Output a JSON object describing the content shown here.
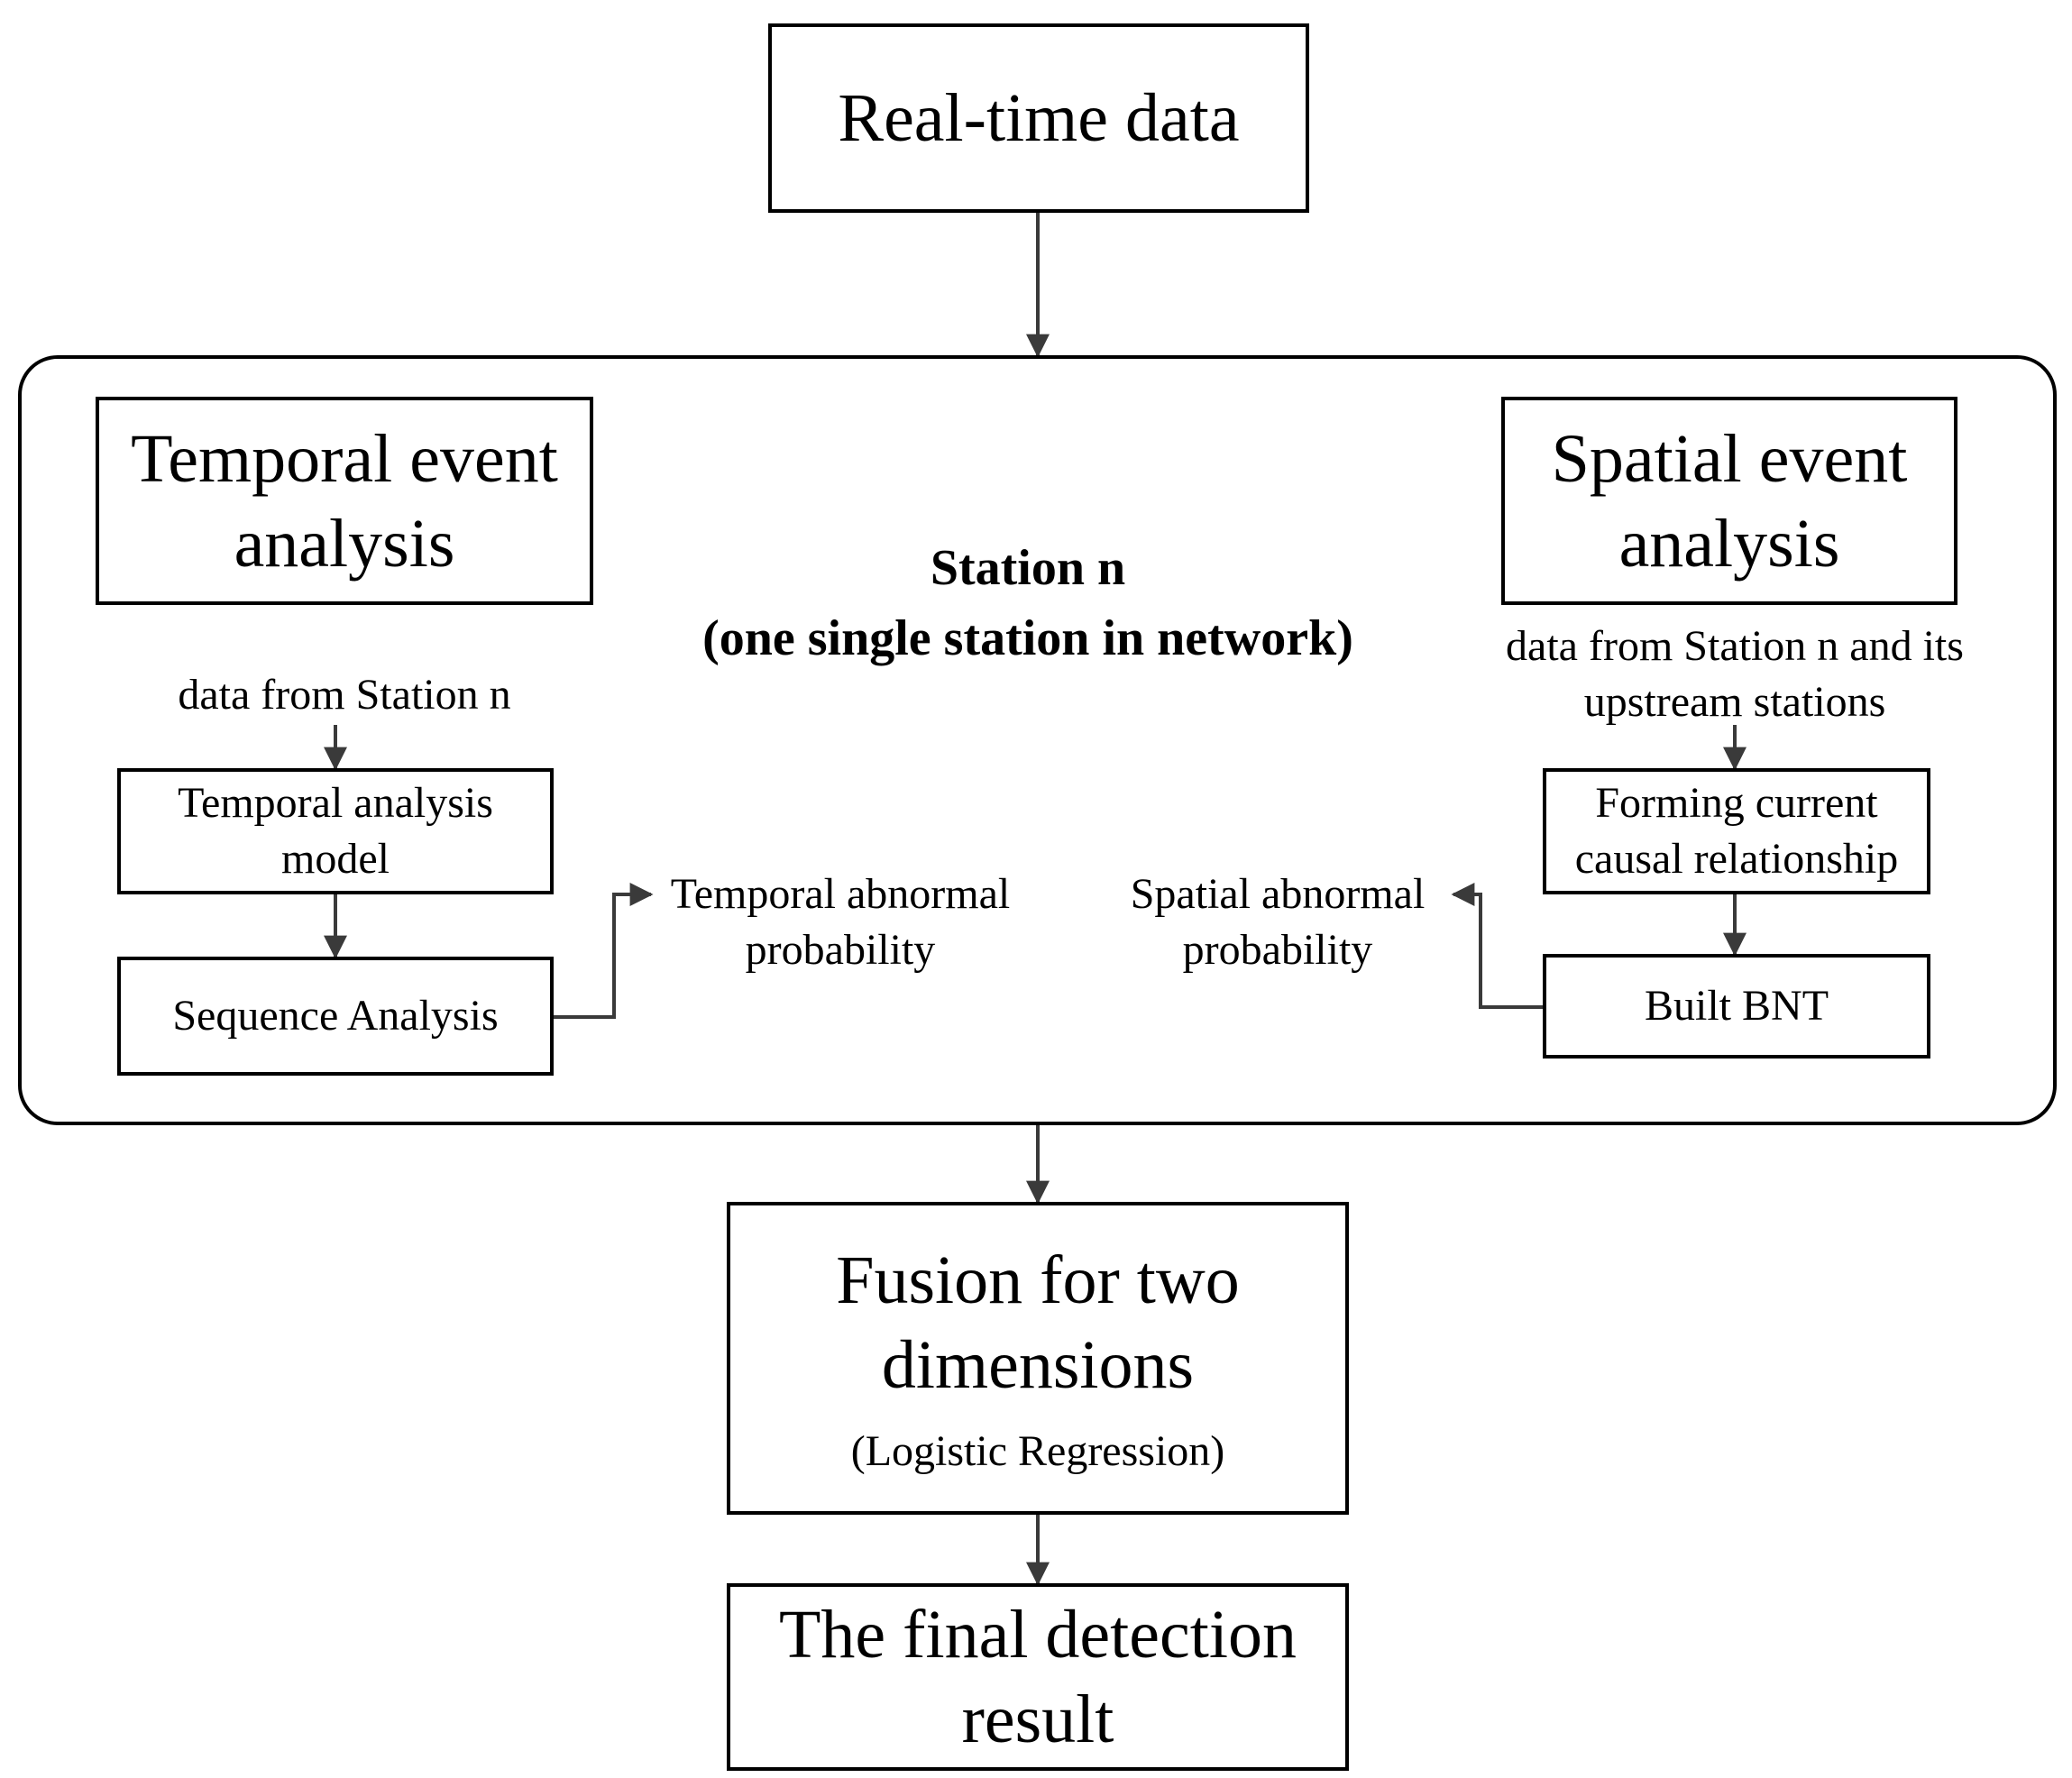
{
  "nodes": {
    "realtime": "Real-time data",
    "temporal_heading": [
      "Temporal event",
      "analysis"
    ],
    "spatial_heading": [
      "Spatial event",
      "analysis"
    ],
    "station_title": "Station n",
    "station_subtitle": "(one single station in  network)",
    "temporal_input": "data from Station n",
    "temporal_model": [
      "Temporal analysis",
      "model"
    ],
    "sequence": "Sequence Analysis",
    "temporal_prob": [
      "Temporal abnormal",
      "probability"
    ],
    "spatial_input": [
      "data from Station n and its",
      "upstream stations"
    ],
    "causal": [
      "Forming current",
      "causal relationship"
    ],
    "bnt": "Built BNT",
    "spatial_prob": [
      "Spatial abnormal",
      "probability"
    ],
    "fusion": [
      "Fusion for two",
      "dimensions"
    ],
    "fusion_method": "(Logistic Regression)",
    "final": [
      "The final detection",
      "result"
    ]
  }
}
